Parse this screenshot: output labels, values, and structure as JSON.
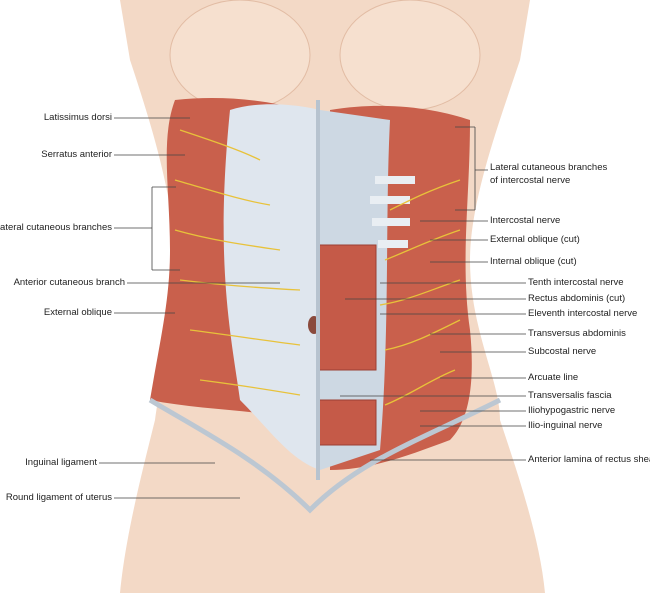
{
  "left_labels": [
    "Latissimus dorsi",
    "Serratus anterior",
    "Lateral cutaneous branches",
    "Anterior cutaneous branch",
    "External oblique",
    "Inguinal ligament",
    "Round ligament of uterus"
  ],
  "right_labels": {
    "lateral_cutaneous_1": "Lateral cutaneous branches",
    "lateral_cutaneous_2": "of intercostal nerve",
    "items": [
      "Intercostal nerve",
      "External oblique (cut)",
      "Internal oblique (cut)",
      "Tenth intercostal nerve",
      "Rectus abdominis (cut)",
      "Eleventh intercostal nerve",
      "Transversus abdominis",
      "Subcostal nerve",
      "Arcuate line",
      "Transversalis fascia",
      "Iliohypogastric nerve",
      "Ilio-inguinal nerve",
      "Anterior lamina of rectus sheath"
    ]
  },
  "colors": {
    "muscle": "#c9604c",
    "skin": "#f3d9c6",
    "fascia": "#dfe6ee",
    "nerve": "#e8c23a"
  }
}
